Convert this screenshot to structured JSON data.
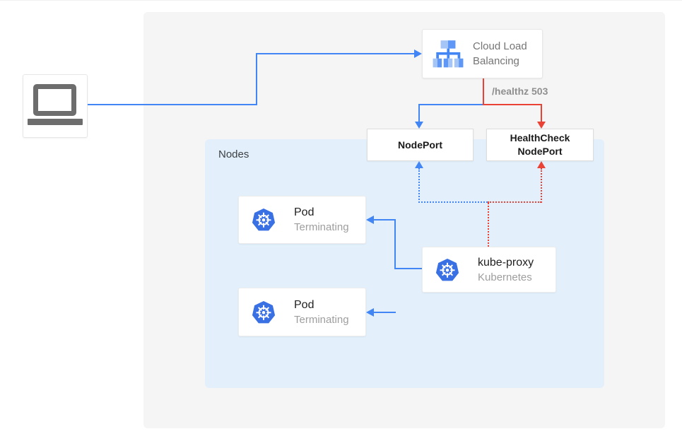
{
  "nodes_group": {
    "label": "Nodes"
  },
  "client": {
    "icon": "laptop-icon"
  },
  "load_balancer": {
    "icon": "load-balancer-icon",
    "title": "Cloud Load Balancing"
  },
  "nodeport": {
    "label": "NodePort"
  },
  "healthcheck_nodeport": {
    "label": "HealthCheck NodePort"
  },
  "pods": [
    {
      "icon": "kubernetes-icon",
      "title": "Pod",
      "subtitle": "Terminating"
    },
    {
      "icon": "kubernetes-icon",
      "title": "Pod",
      "subtitle": "Terminating"
    }
  ],
  "kube_proxy": {
    "icon": "kubernetes-icon",
    "title": "kube-proxy",
    "subtitle": "Kubernetes"
  },
  "annotations": {
    "healthz": "/healthz 503"
  },
  "colors": {
    "blue": "#4285f4",
    "red": "#ea4335",
    "panel_bg": "#f5f5f5",
    "nodes_bg": "#e3f0fc",
    "kubernetes_blue": "#3970e4",
    "laptop_gray": "#6d6d6d",
    "muted_text": "#757575"
  },
  "edges": [
    {
      "from": "client",
      "to": "cloud-load-balancing",
      "color": "blue",
      "style": "solid"
    },
    {
      "from": "cloud-load-balancing",
      "to": "nodeport",
      "color": "blue",
      "style": "solid"
    },
    {
      "from": "cloud-load-balancing",
      "to": "healthcheck-nodeport",
      "color": "red",
      "style": "solid",
      "label": "/healthz 503"
    },
    {
      "from": "kube-proxy",
      "to": "nodeport",
      "color": "blue",
      "style": "dotted"
    },
    {
      "from": "kube-proxy",
      "to": "healthcheck-nodeport",
      "color": "red",
      "style": "dotted"
    },
    {
      "from": "kube-proxy",
      "to": "pod-1",
      "color": "blue",
      "style": "solid"
    },
    {
      "from": "kube-proxy",
      "to": "pod-2",
      "color": "blue",
      "style": "solid"
    }
  ]
}
